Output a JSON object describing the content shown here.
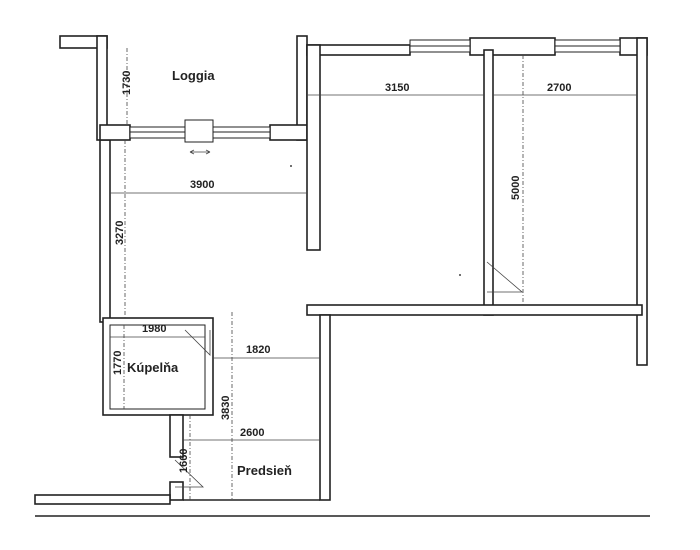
{
  "rooms": {
    "loggia": "Loggia",
    "bathroom": "Kúpelňa",
    "hall": "Predsieň"
  },
  "dimensions": {
    "loggia_depth": "1730",
    "room2_width": "3150",
    "room3_width": "2700",
    "living_width": "3900",
    "living_depth": "3270",
    "room3_depth": "5000",
    "bath_width": "1980",
    "bath_depth": "1770",
    "hall_width_upper": "1820",
    "hall_length": "3830",
    "hall_width_lower": "2600",
    "entry_depth": "1660"
  }
}
